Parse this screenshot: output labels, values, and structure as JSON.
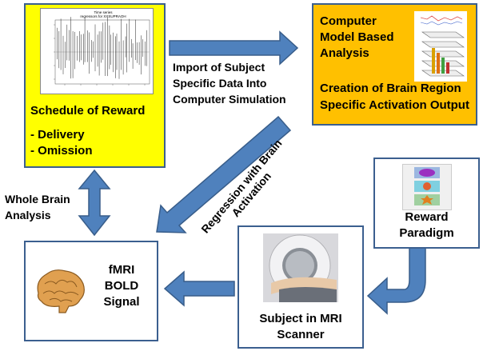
{
  "nodes": {
    "schedule": {
      "title": "Schedule of Reward",
      "items": [
        "- Delivery",
        "- Omission"
      ],
      "chart_caption": "Time series",
      "chart_subcaption": "regressors for XXSUPRAOH"
    },
    "model": {
      "line1": "Computer",
      "line2": "Model Based",
      "line3": "Analysis",
      "line4": "Creation of Brain Region",
      "line5": "Specific Activation Output"
    },
    "paradigm": {
      "line1": "Reward",
      "line2": "Paradigm"
    },
    "scanner": {
      "line1": "Subject in MRI",
      "line2": "Scanner"
    },
    "fmri": {
      "line1": "fMRI",
      "line2": "BOLD",
      "line3": "Signal"
    }
  },
  "edges": {
    "import": {
      "line1": "Import of Subject",
      "line2": "Specific Data Into",
      "line3": "Computer Simulation"
    },
    "regression": {
      "line1": "Regression with Brain",
      "line2": "Activation"
    },
    "whole_brain": {
      "line1": "Whole Brain",
      "line2": "Analysis"
    }
  },
  "colors": {
    "arrow": "#4f81bd",
    "arrow_border": "#385d8a",
    "schedule_fill": "#ffff00",
    "model_fill": "#ffc000",
    "box_border": "#3b5f8f"
  }
}
